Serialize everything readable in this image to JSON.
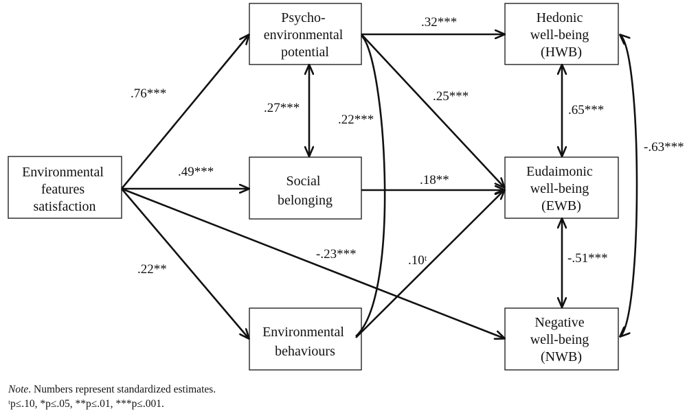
{
  "boxes": {
    "env_features": [
      "Environmental",
      "features",
      "satisfaction"
    ],
    "psycho": [
      "Psycho-",
      "environmental",
      "potential"
    ],
    "social": [
      "Social",
      "belonging"
    ],
    "env_behaviours": [
      "Environmental",
      "behaviours"
    ],
    "hwb": [
      "Hedonic",
      "well-being",
      "(HWB)"
    ],
    "ewb": [
      "Eudaimonic",
      "well-being",
      "(EWB)"
    ],
    "nwb": [
      "Negative",
      "well-being",
      "(NWB)"
    ]
  },
  "coefficients": {
    "efs_psycho": ".76***",
    "efs_social": ".49***",
    "efs_behav": ".22**",
    "efs_nwb": "-.23***",
    "psycho_social": ".27***",
    "psycho_hwb": ".32***",
    "psycho_ewb": ".25***",
    "psycho_behav": ".22***",
    "social_ewb": ".18**",
    "behav_ewb": ".10ᵗ",
    "hwb_ewb": ".65***",
    "ewb_nwb": "-.51***",
    "hwb_nwb": "-.63***"
  },
  "note": {
    "label": "Note",
    "text": ". Numbers represent standardized estimates.",
    "significance": "ᵗp≤.10, *p≤.05, **p≤.01, ***p≤.001."
  }
}
